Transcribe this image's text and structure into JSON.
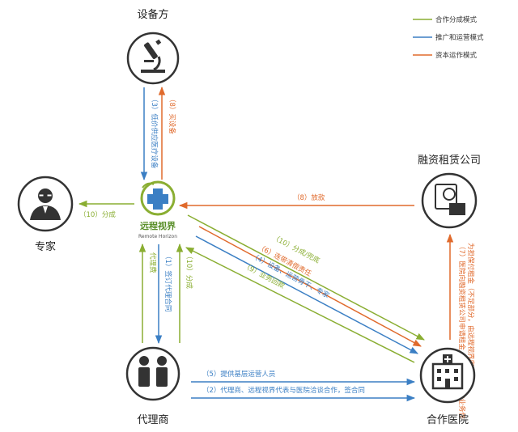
{
  "nodes": {
    "equipment": "设备方",
    "expert": "专家",
    "leasing": "融资租赁公司",
    "agent": "代理商",
    "hospital": "合作医院",
    "center_logo_cn": "远程视界",
    "center_logo_en": "Remote Horizon"
  },
  "legend": [
    {
      "label": "合作分成模式",
      "color": "#8aae32"
    },
    {
      "label": "推广和运营模式",
      "color": "#3b7fc4"
    },
    {
      "label": "资本运作模式",
      "color": "#e06a2c"
    }
  ],
  "edges": {
    "e3": "（3）低价供应医疗设备",
    "e8_buy": "（8）买设备",
    "e10_expert": "（10）分成",
    "e8_pay": "（8）放款",
    "e10_hosp": "（10）分成/兜底",
    "e6": "（6）连带清偿责任",
    "e4": "（4）设备、运营骨干、专家",
    "e9": "（9）业务回款",
    "e1": "（1）签订代理合同",
    "e10_agent": "（10）分成",
    "e_agent_fee": "代理费",
    "e5": "（5）提供基层运营人员",
    "e2": "（2）代理商、远程视界代表与医院洽谈合作，签合同",
    "e7": "（7）医院向融资租赁公司申请租金，以医院将来的业务作为担保付租金（不足部分，由远程视界兜底。）"
  }
}
